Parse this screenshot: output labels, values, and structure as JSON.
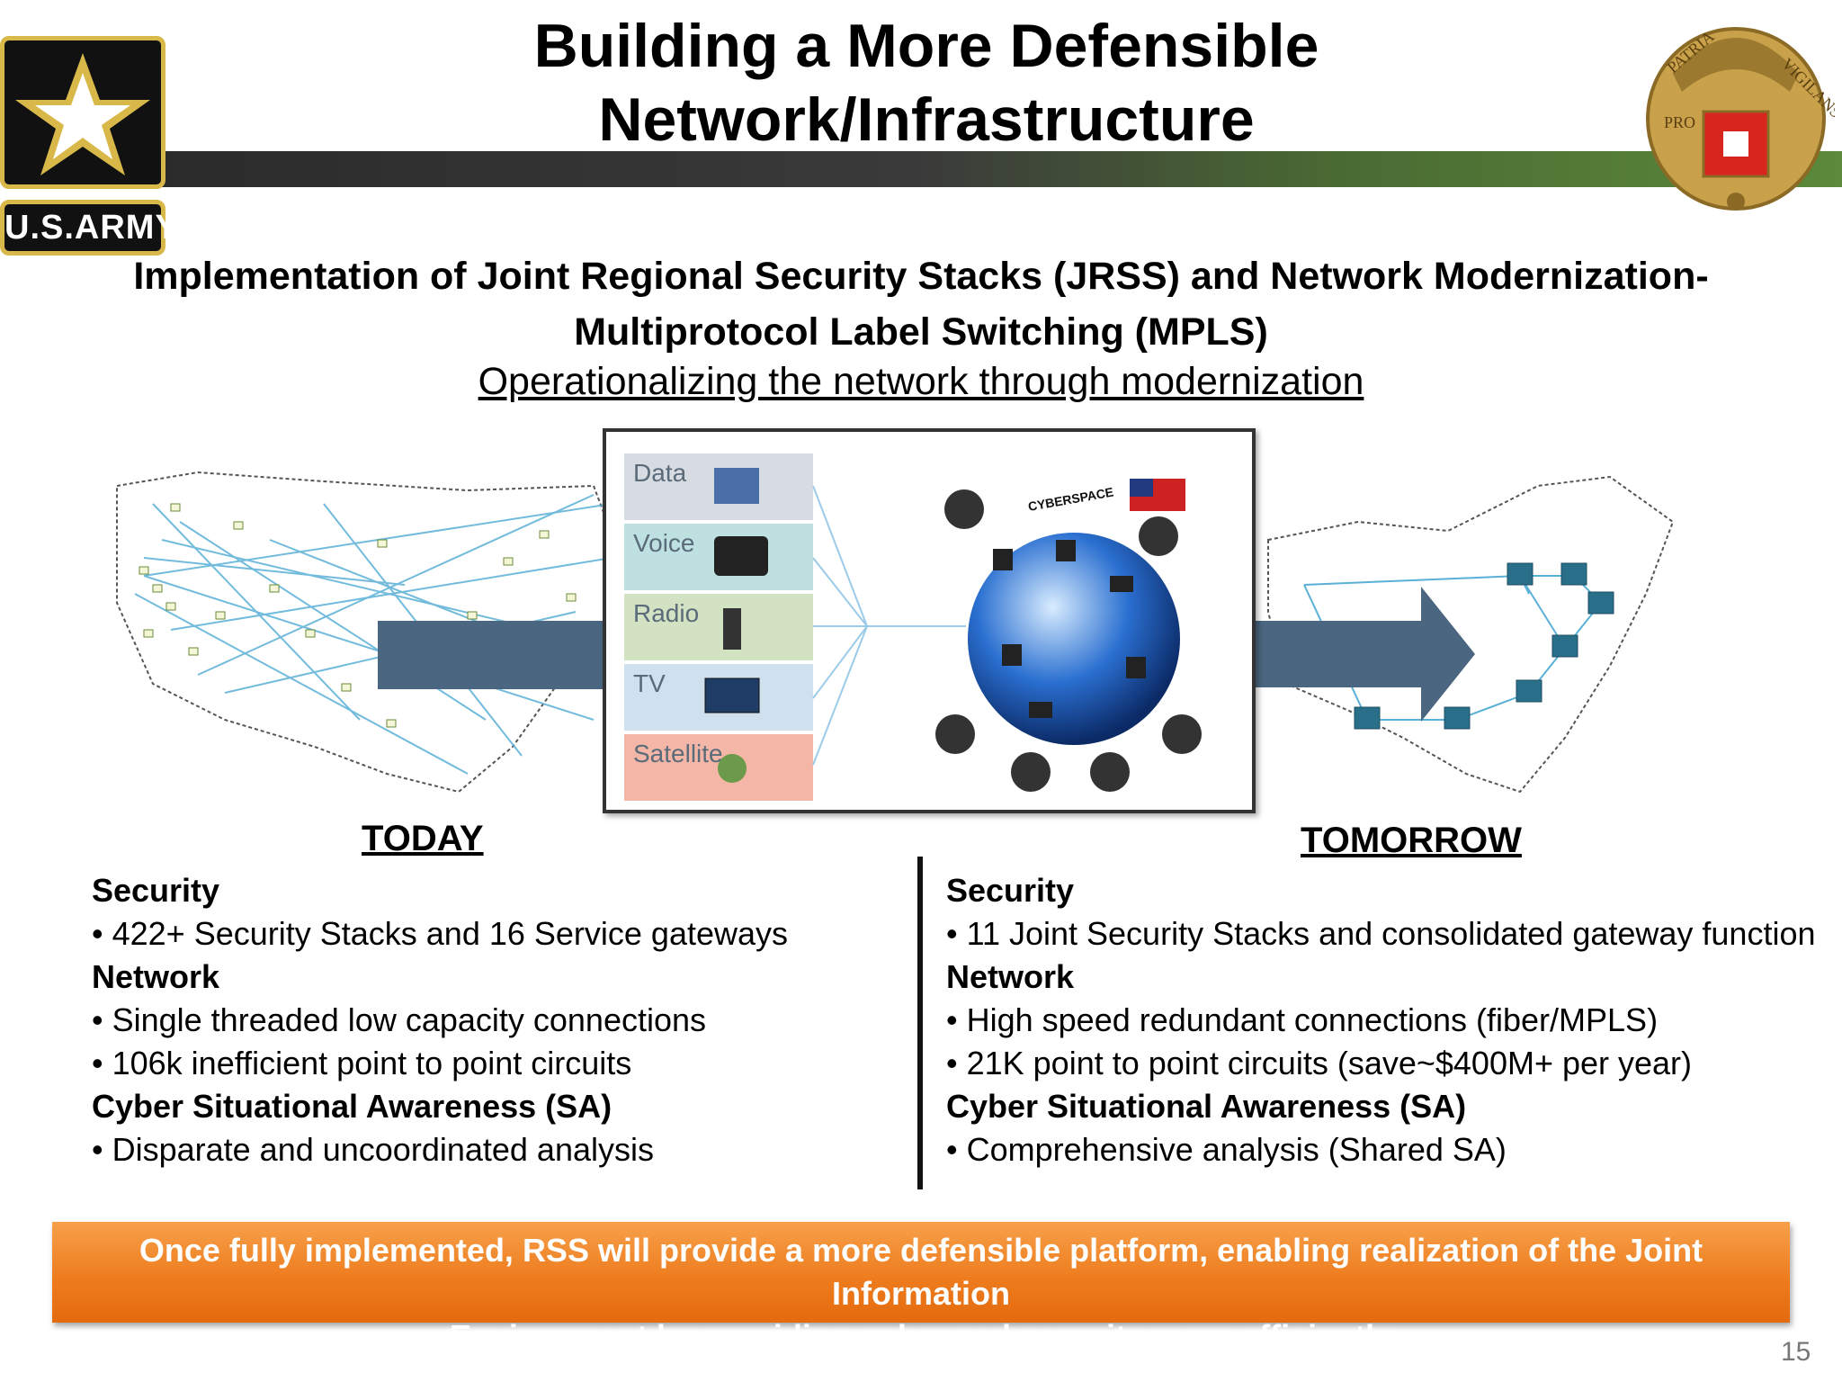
{
  "title": {
    "line1": "Building a More Defensible",
    "line2": "Network/Infrastructure"
  },
  "logo": {
    "text": "U.S.ARMY"
  },
  "crest": {
    "text_left": "PRO",
    "text_top": "PATRIA",
    "text_right": "VIGILANS"
  },
  "subtitle": {
    "line1": "Implementation of Joint Regional Security Stacks (JRSS) and Network Modernization-",
    "line2": "Multiprotocol Label Switching (MPLS)",
    "line3": "Operationalizing the network through modernization"
  },
  "diagram": {
    "bands": [
      "Data",
      "Voice",
      "Radio",
      "TV",
      "Satellite"
    ],
    "globe_label": "CYBERSPACE"
  },
  "today": {
    "heading": "TODAY",
    "security_h": "Security",
    "security_1": "• 422+ Security Stacks and 16 Service gateways",
    "network_h": "Network",
    "network_1": "• Single threaded low capacity connections",
    "network_2": "• 106k inefficient point to point circuits",
    "sa_h": "Cyber Situational Awareness (SA)",
    "sa_1": "• Disparate and uncoordinated analysis"
  },
  "tomorrow": {
    "heading": "TOMORROW",
    "security_h": "Security",
    "security_1": "• 11 Joint Security Stacks and consolidated gateway function",
    "network_h": "Network",
    "network_1": "• High speed redundant connections (fiber/MPLS)",
    "network_2": "• 21K point to point circuits (save~$400M+ per year)",
    "sa_h": "Cyber Situational Awareness (SA)",
    "sa_1": "• Comprehensive analysis (Shared SA)"
  },
  "banner": {
    "line1": "Once fully implemented, RSS will provide a more defensible platform, enabling realization of the Joint Information",
    "line2": "Environment by providing enhanced security more efficiently"
  },
  "page_number": "15",
  "colors": {
    "accent_orange": "#ee7d1f",
    "army_gold": "#d9b84a",
    "arrow_blue": "#4a6680"
  }
}
